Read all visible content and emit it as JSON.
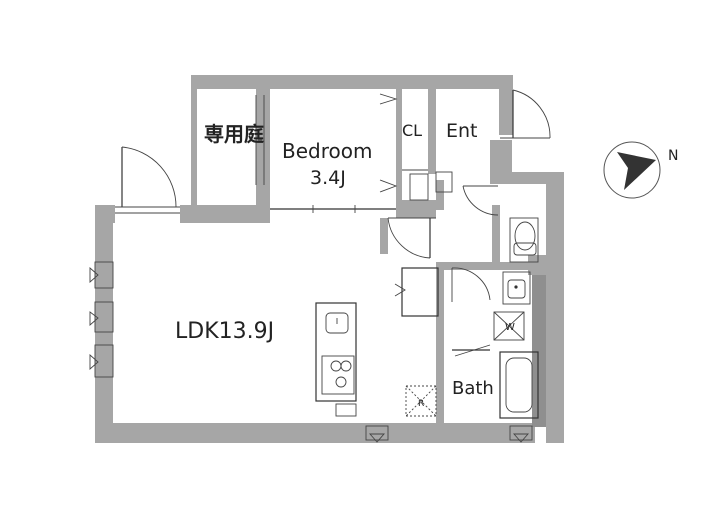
{
  "rooms": {
    "garden": "専用庭",
    "bedroom": "Bedroom",
    "bedroom_size": "3.4J",
    "closet": "CL",
    "entrance": "Ent",
    "ldk": "LDK13.9J",
    "bath": "Bath"
  },
  "fixtures": {
    "refrigerator_mark": "R",
    "washer_mark": "W"
  },
  "compass": {
    "label": "N"
  },
  "colors": {
    "wall": "#a6a6a6",
    "line": "#333333"
  }
}
